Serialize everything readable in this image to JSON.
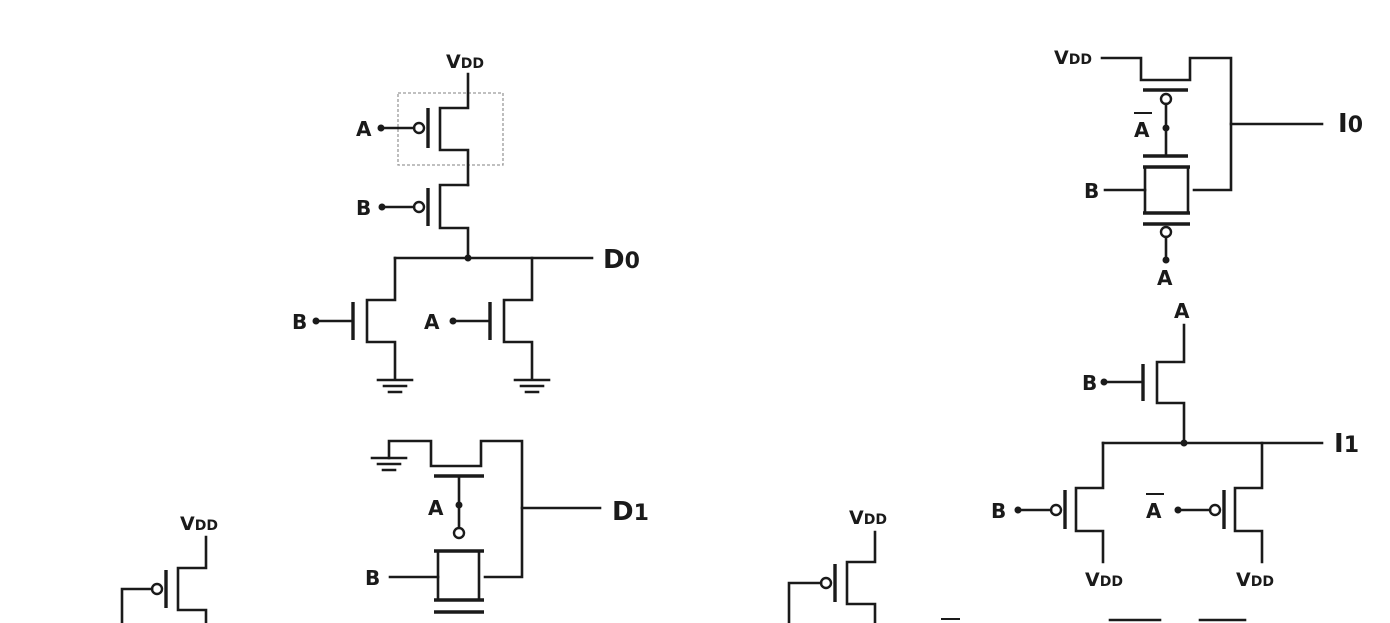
{
  "labels": {
    "vdd_main": "V",
    "vdd_sub": "DD",
    "a": "A",
    "b": "B",
    "a_bar": "A",
    "d0_main": "D",
    "d0_sub": "0",
    "d1_main": "D",
    "d1_sub": "1",
    "i0_main": "I",
    "i0_sub": "0",
    "i1_main": "I",
    "i1_sub": "1"
  },
  "colors": {
    "wire": "#1a1a1a",
    "highlight": "#9a9a9a",
    "background": "#ffffff"
  }
}
